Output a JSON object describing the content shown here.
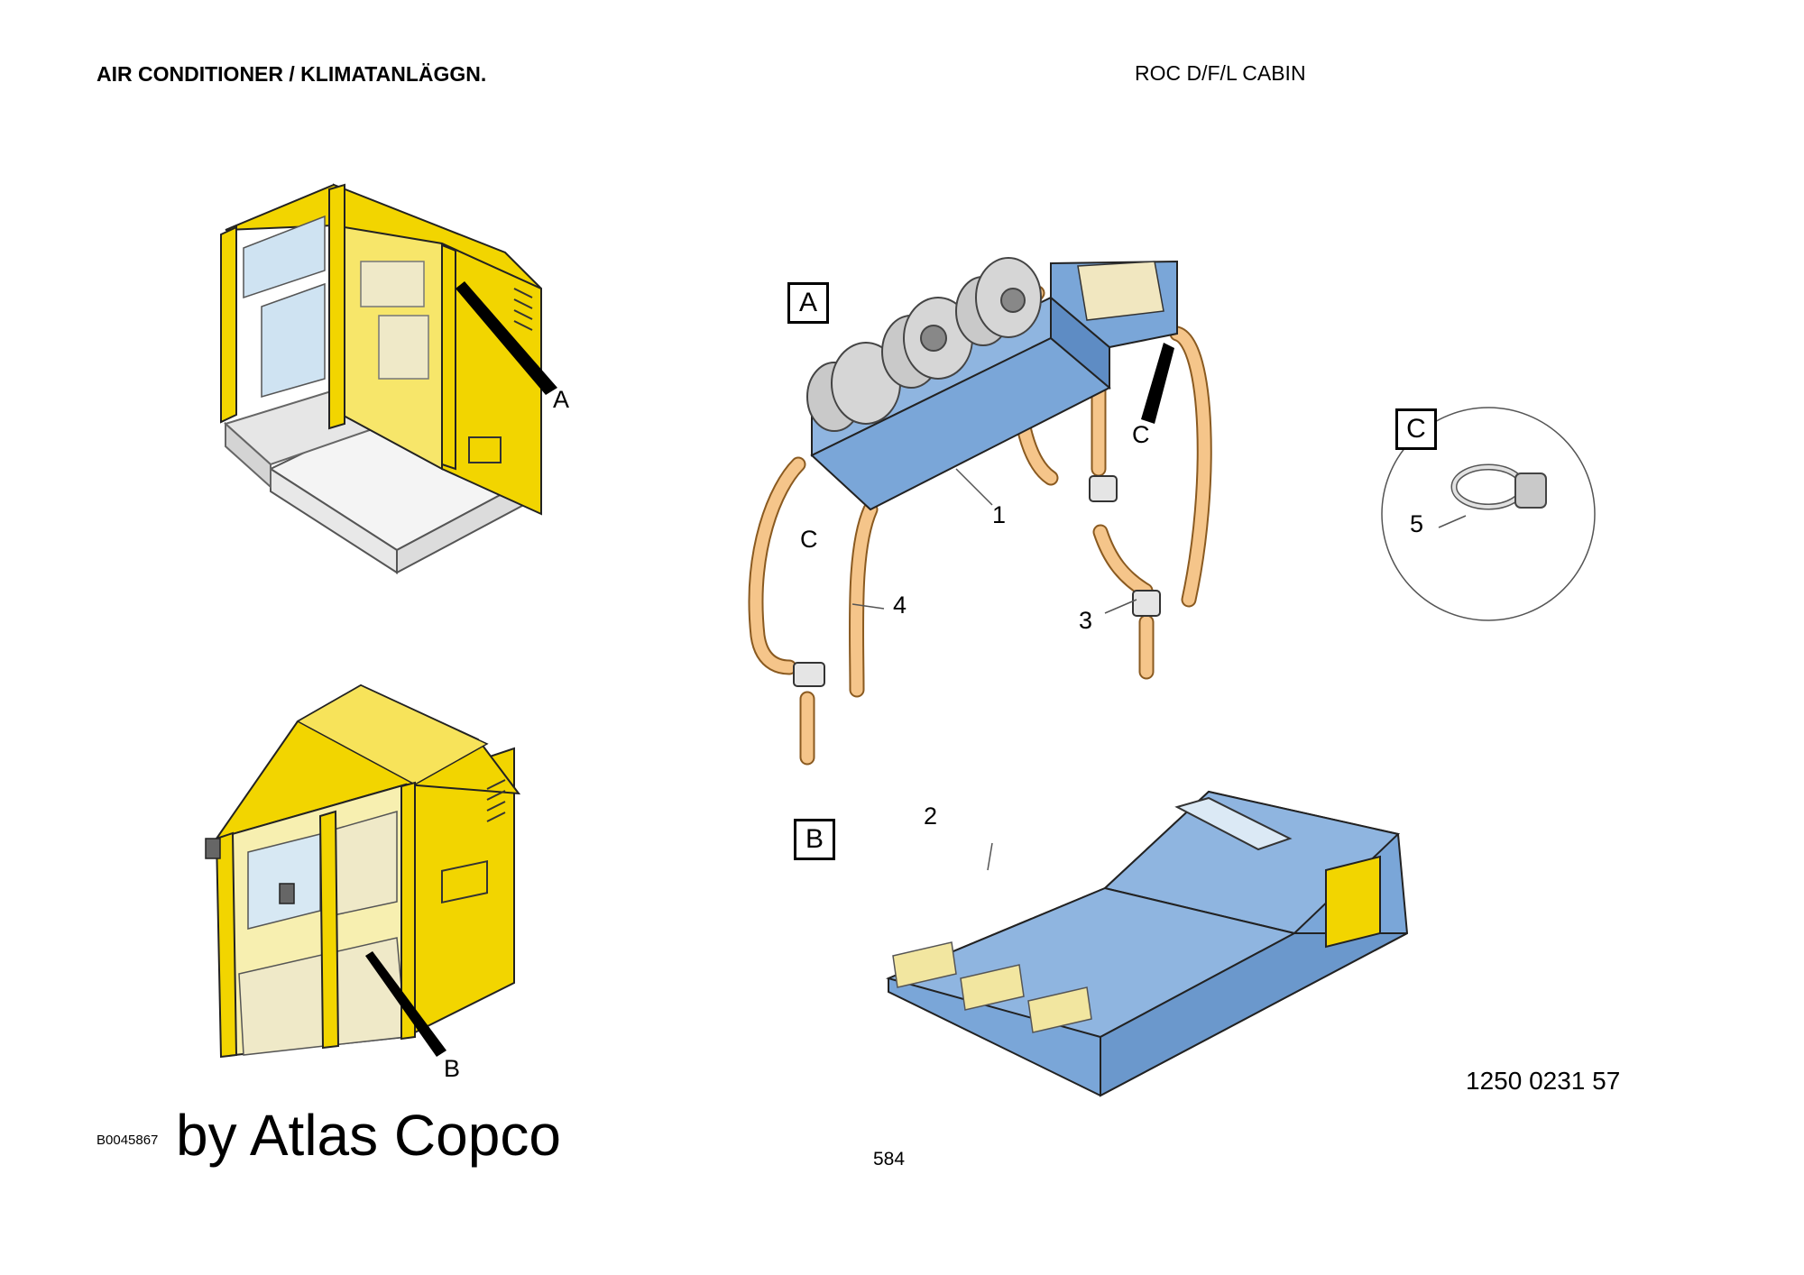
{
  "header": {
    "title": "AIR CONDITIONER / KLIMATANLÄGGN.",
    "subtitle": "ROC D/F/L CABIN"
  },
  "views": {
    "A": "A",
    "B": "B",
    "C": "C"
  },
  "callouts": {
    "detail_A": "A",
    "detail_B": "B",
    "hose_C_left": "C",
    "hose_C_right": "C"
  },
  "parts": {
    "p1": "1",
    "p2": "2",
    "p3": "3",
    "p4": "4",
    "p5": "5"
  },
  "footer": {
    "image_id": "B0045867",
    "credit": "by Atlas Copco",
    "page_number": "584",
    "part_number": "1250 0231 57"
  },
  "colors": {
    "cabin_yellow": "#f2d500",
    "unit_blue": "#7aa6d8",
    "hose_orange": "#f5c58a",
    "glass": "#cfe3f2"
  }
}
